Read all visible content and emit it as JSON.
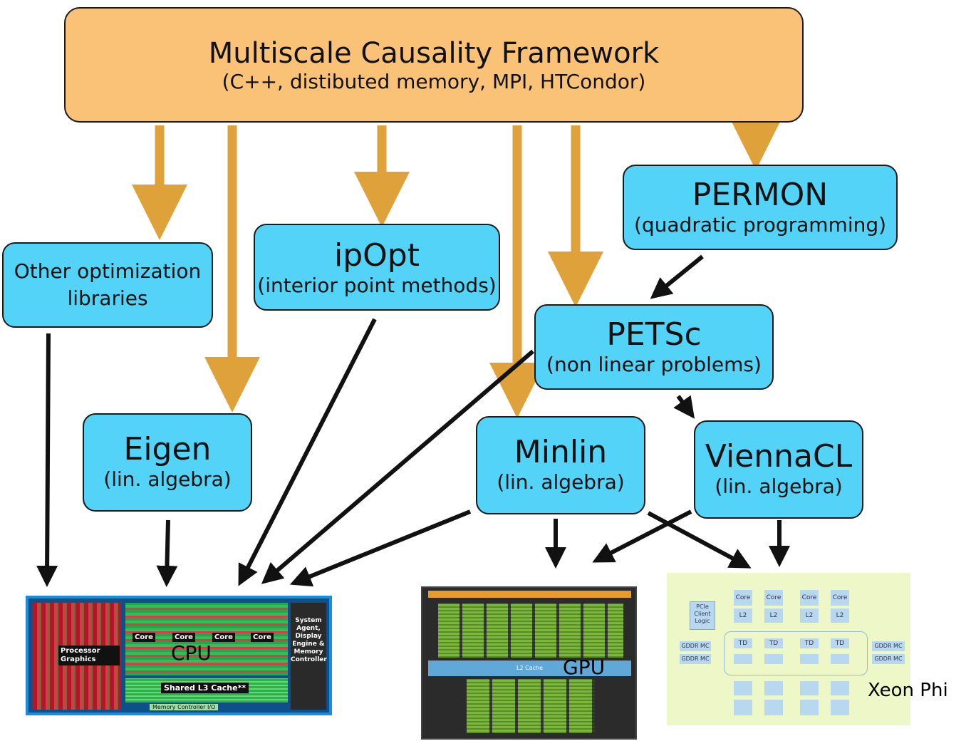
{
  "framework": {
    "title": "Multiscale Causality Framework",
    "subtitle": "(C++, distibuted memory, MPI, HTCondor)"
  },
  "libraries": {
    "other": {
      "line1": "Other optimization",
      "line2": "libraries"
    },
    "ipopt": {
      "name": "ipOpt",
      "desc": "(interior point methods)"
    },
    "permon": {
      "name": "PERMON",
      "desc": "(quadratic programming)"
    },
    "petsc": {
      "name": "PETSc",
      "desc": "(non linear problems)"
    },
    "eigen": {
      "name": "Eigen",
      "desc": "(lin. algebra)"
    },
    "minlin": {
      "name": "Minlin",
      "desc": "(lin. algebra)"
    },
    "viennacl": {
      "name": "ViennaCL",
      "desc": "(lin. algebra)"
    }
  },
  "hardware": {
    "cpu": {
      "label": "CPU",
      "die_labels": {
        "graphics": "Processor Graphics",
        "core": "Core",
        "agent": "System Agent, Display Engine & Memory Controller",
        "cache": "Shared L3 Cache**",
        "mem": "Memory Controller I/O"
      }
    },
    "gpu": {
      "label": "GPU",
      "cache": "L2 Cache"
    },
    "xeon": {
      "label": "Xeon Phi",
      "core": "Core",
      "l2": "L2",
      "td": "TD",
      "gddr": "GDDR MC",
      "pcie": "PCIe Client Logic"
    }
  },
  "colors": {
    "framework": "#f9c277",
    "library": "#52d3f7",
    "orange_arrow": "#dfa23a",
    "black_arrow": "#111111",
    "cpu_border": "#1a8cd8",
    "xeon_bg": "#eef7c8"
  }
}
